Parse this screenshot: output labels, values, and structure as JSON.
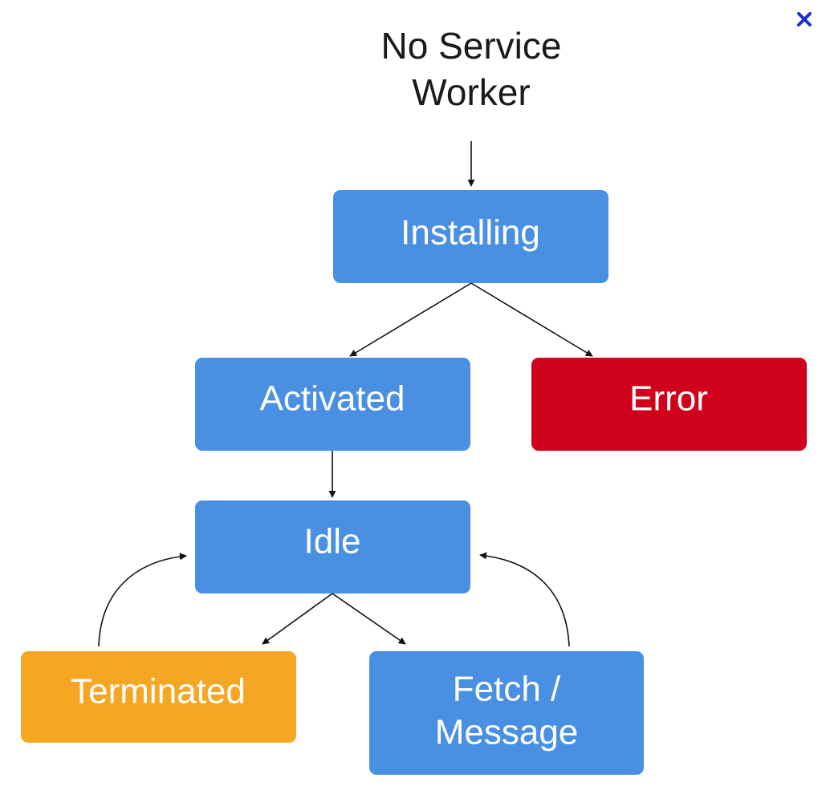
{
  "colors": {
    "state_blue": "#4a90e2",
    "state_error": "#d0021b",
    "state_terminated": "#f5a623",
    "text_on_node": "#ffffff",
    "text_dark": "#1a1a1a",
    "edge": "#111111",
    "close_icon": "#1a2fd6"
  },
  "diagram": {
    "start": {
      "lines": [
        "No Service",
        "Worker"
      ]
    },
    "nodes": {
      "installing": {
        "lines": [
          "Installing"
        ],
        "color": "#4a90e2"
      },
      "activated": {
        "lines": [
          "Activated"
        ],
        "color": "#4a90e2"
      },
      "error": {
        "lines": [
          "Error"
        ],
        "color": "#d0021b"
      },
      "idle": {
        "lines": [
          "Idle"
        ],
        "color": "#4a90e2"
      },
      "terminated": {
        "lines": [
          "Terminated"
        ],
        "color": "#f5a623"
      },
      "fetch_message": {
        "lines": [
          "Fetch /",
          "Message"
        ],
        "color": "#4a90e2"
      }
    },
    "edges": [
      {
        "from": "start",
        "to": "installing"
      },
      {
        "from": "installing",
        "to": "activated"
      },
      {
        "from": "installing",
        "to": "error"
      },
      {
        "from": "activated",
        "to": "idle"
      },
      {
        "from": "idle",
        "to": "terminated"
      },
      {
        "from": "idle",
        "to": "fetch_message"
      },
      {
        "from": "terminated",
        "to": "idle"
      },
      {
        "from": "fetch_message",
        "to": "idle"
      }
    ]
  },
  "close_button": {
    "icon": "close-icon"
  }
}
